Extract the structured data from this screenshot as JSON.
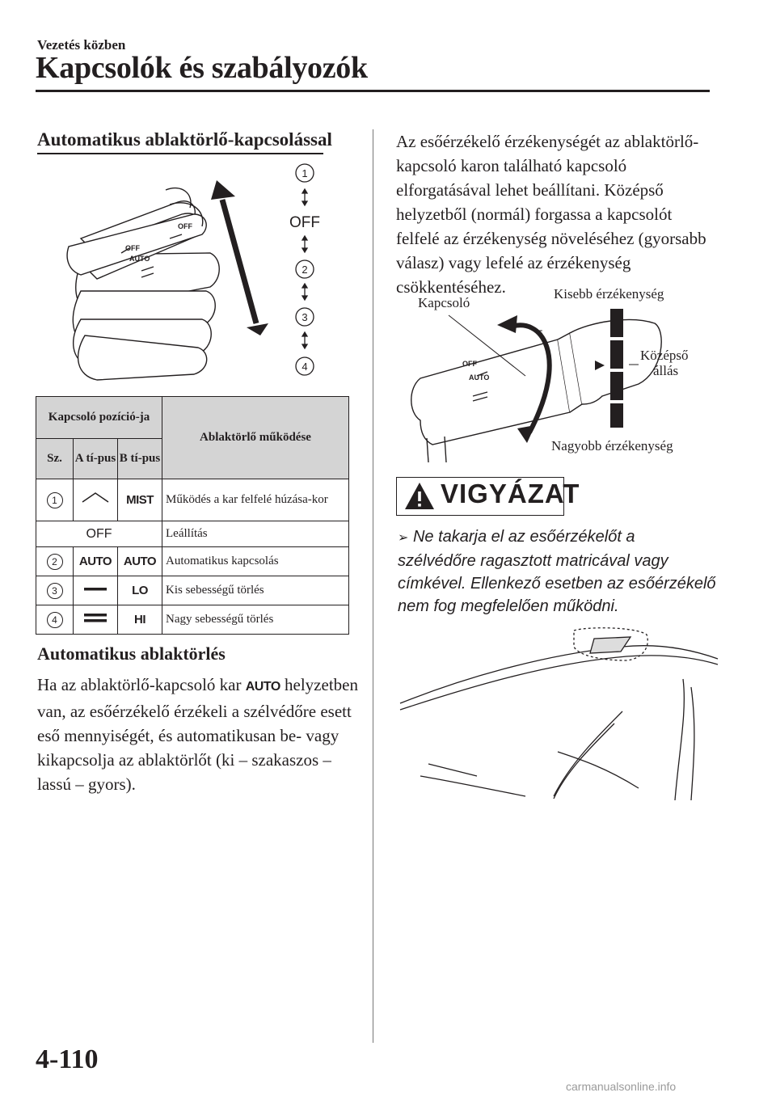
{
  "header": {
    "section": "Vezetés közben",
    "title": "Kapcsolók és szabályozók"
  },
  "left": {
    "heading": "Automatikus ablaktörlő-kapcsolással",
    "figure": {
      "labels": [
        "1",
        "OFF",
        "2",
        "3",
        "4"
      ]
    },
    "table": {
      "header": {
        "position": "Kapcsoló pozíció-ja",
        "operation": "Ablaktörlő működése",
        "no": "Sz.",
        "type_a": "A tí-pus",
        "type_b": "B tí-pus"
      },
      "rows": [
        {
          "num": "1",
          "type_a_icon": "wiper-single-icon",
          "type_b": "MIST",
          "operation": "Működés a kar felfelé húzása-kor"
        },
        {
          "num": "",
          "type_a_icon": "",
          "type_b": "OFF",
          "operation": "Leállítás"
        },
        {
          "num": "2",
          "type_a": "AUTO",
          "type_b": "AUTO",
          "operation": "Automatikus kapcsolás"
        },
        {
          "num": "3",
          "type_a_icon": "single-bar-icon",
          "type_b": "LO",
          "operation": "Kis sebességű törlés"
        },
        {
          "num": "4",
          "type_a_icon": "double-bar-icon",
          "type_b": "HI",
          "operation": "Nagy sebességű törlés"
        }
      ]
    },
    "subheading": "Automatikus ablaktörlés",
    "body": {
      "pre": "Ha az ablaktörlő-kapcsoló kar",
      "auto": "AUTO",
      "post": "helyzetben van, az esőérzékelő érzékeli a szélvédőre esett eső mennyiségét, és automatikusan be- vagy kikapcsolja az ablaktörlőt (ki – szakaszos – lassú – gyors)."
    }
  },
  "right": {
    "body": "Az esőérzékelő érzékenységét az ablaktörlő-kapcsoló karon található kapcsoló elforgatásával lehet beállítani. Középső helyzetből (normál) forgassa a kapcsolót felfelé az érzékenység növeléséhez (gyorsabb válasz) vagy lefelé az érzékenység csökkentéséhez.",
    "figure": {
      "switch_label": "Kapcsoló",
      "lower_sens": "Kisebb érzékenység",
      "middle_1": "Középső",
      "middle_2": "állás",
      "higher_sens": "Nagyobb érzékenység"
    },
    "warning": {
      "label": "VIGYÁZAT",
      "text": "Ne takarja el az esőérzékelőt a szélvédőre ragasztott matricával vagy címkével. Ellenkező esetben az esőérzékelő nem fog megfelelően működni."
    }
  },
  "footer": {
    "page": "4-110",
    "watermark": "carmanualsonline.info"
  }
}
